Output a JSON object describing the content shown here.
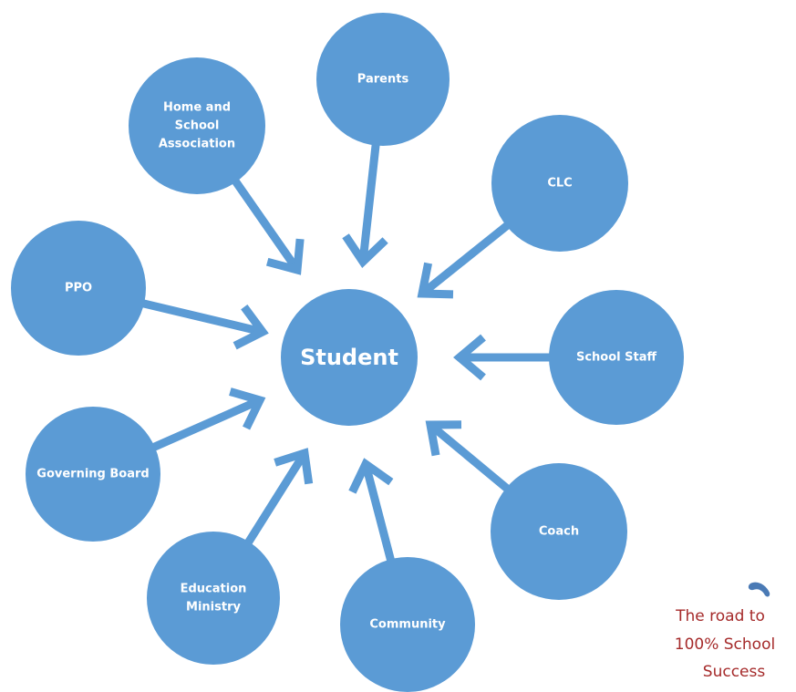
{
  "center": {
    "label": "Student"
  },
  "nodes": [
    {
      "id": "parents",
      "label_lines": [
        "Parents"
      ]
    },
    {
      "id": "home-and-school-association",
      "label_lines": [
        "Home and",
        "School",
        "Association"
      ]
    },
    {
      "id": "clc",
      "label_lines": [
        "CLC"
      ]
    },
    {
      "id": "ppo",
      "label_lines": [
        "PPO"
      ]
    },
    {
      "id": "school-staff",
      "label_lines": [
        "School Staff"
      ]
    },
    {
      "id": "governing-board",
      "label_lines": [
        "Governing Board"
      ]
    },
    {
      "id": "coach",
      "label_lines": [
        "Coach"
      ]
    },
    {
      "id": "education-ministry",
      "label_lines": [
        "Education",
        "Ministry"
      ]
    },
    {
      "id": "community",
      "label_lines": [
        "Community"
      ]
    }
  ],
  "tagline": {
    "lines": [
      "The road to",
      "100% School",
      "Success"
    ]
  },
  "colors": {
    "circle": "#5b9bd5",
    "tagline": "#a52a2a",
    "background": "#ffffff"
  }
}
